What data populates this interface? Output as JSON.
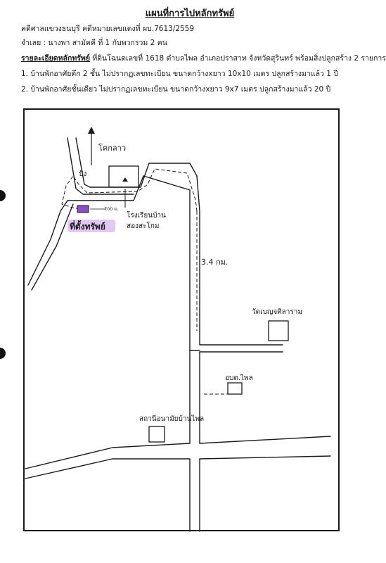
{
  "header": {
    "title": "แผนที่การไปหลักทรัพย์",
    "court_line": "คดีศาลแขวงธนบุรี คดีหมายเลขแดงที่ ผบ.7613/2559",
    "debtor_line": "จำเลย : นางพา สามัคคี ที่ 1 กับพวกรวม 2 คน",
    "detail_label": "รายละเอียดหลักทรัพย์",
    "detail_text": " ที่ดินโฉนดเลขที่ 1618 ตำบลไพล อำเภอปราสาท จังหวัดสุรินทร์ พร้อมสิ่งปลูกสร้าง 2 รายการ",
    "item1": "1. บ้านพักอาศัยตึก 2 ชั้น ไม่ปรากฏเลขทะเบียน ขนาดกว้างxยาว 10x10 เมตร ปลูกสร้างมาแล้ว 1 ปี",
    "item2": "2. บ้านพักอาศัยชั้นเดียว ไม่ปรากฏเลขทะเบียน ขนาดกว้างxยาว 9x7 เมตร ปลูกสร้างมาแล้ว 20 ปี"
  },
  "map": {
    "label_khok_lao": "โคกลาว",
    "label_pang": "ปัง",
    "label_700m": "700 ม.",
    "label_property": "ที่ตั้งทรัพย์",
    "label_school_1": "โรงเรียนบ้าน",
    "label_school_2": "สองสะโกม",
    "label_distance": "3.4 กม.",
    "label_temple": "วัดเบญจศิลาราม",
    "label_sao": "อบต.ไพล",
    "label_health": "สถานีอนามัยบ้านไพล"
  },
  "colors": {
    "ink": "#1a1a1a",
    "property_highlight": "#c99ae6",
    "property_marker": "#8a4fc2"
  }
}
